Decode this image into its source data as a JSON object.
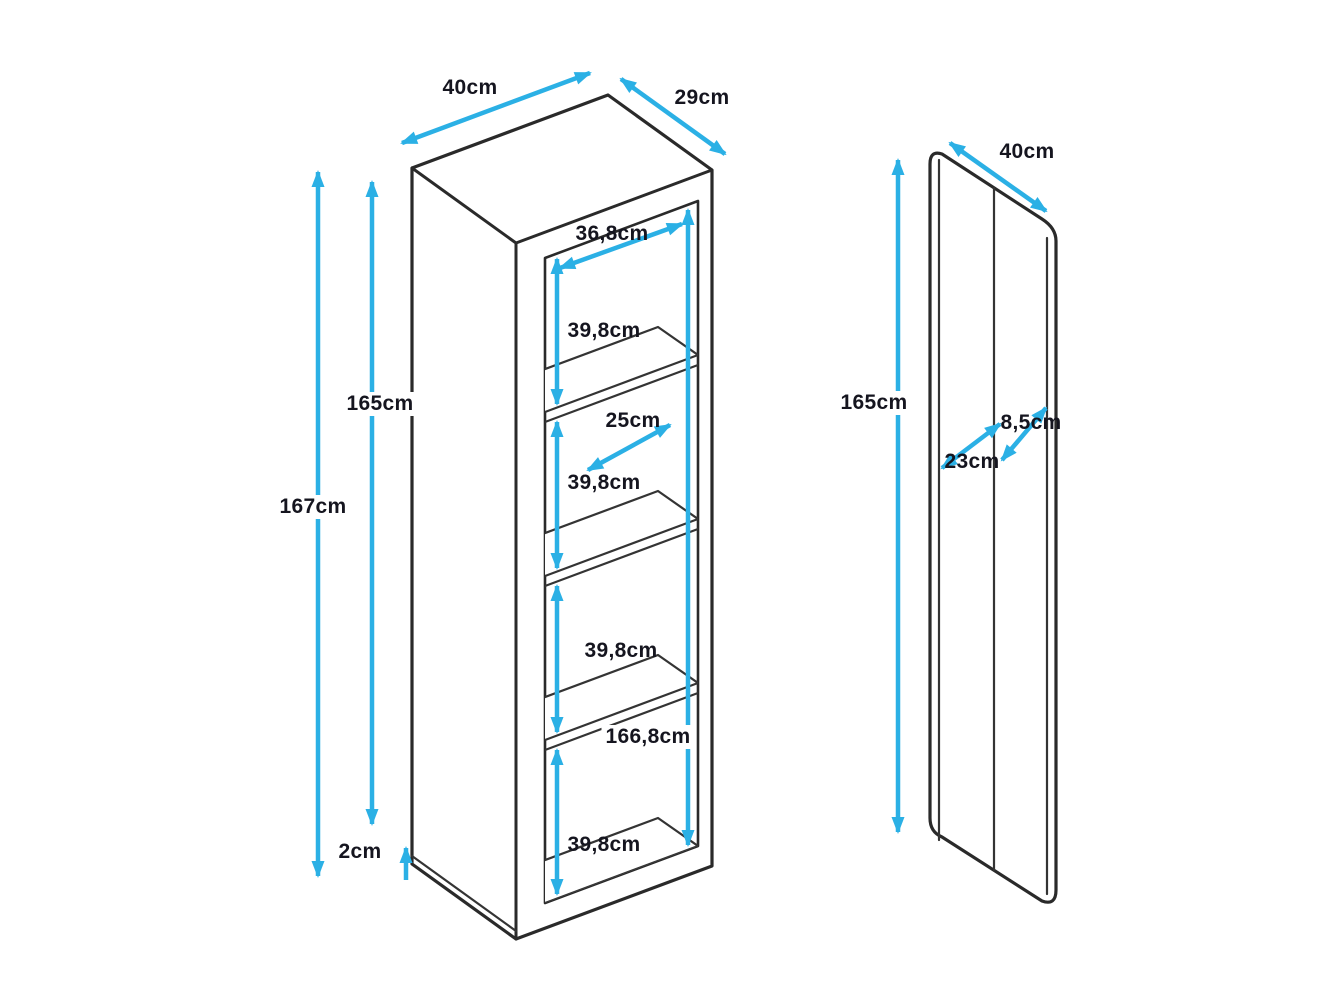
{
  "colors": {
    "dimension_arrow": "#2bb0e5",
    "outline": "#2a2a2a"
  },
  "cabinet": {
    "width_top": "40cm",
    "depth_top": "29cm",
    "total_height": "167cm",
    "side_height": "165cm",
    "base_thickness": "2cm",
    "inner_width": "36,8cm",
    "inner_depth": "25cm",
    "inner_height": "166,8cm",
    "compartment_heights": [
      "39,8cm",
      "39,8cm",
      "39,8cm",
      "39,8cm"
    ]
  },
  "door": {
    "height": "165cm",
    "width_top": "40cm",
    "inner_width": "23cm",
    "edge_depth": "8,5cm"
  }
}
